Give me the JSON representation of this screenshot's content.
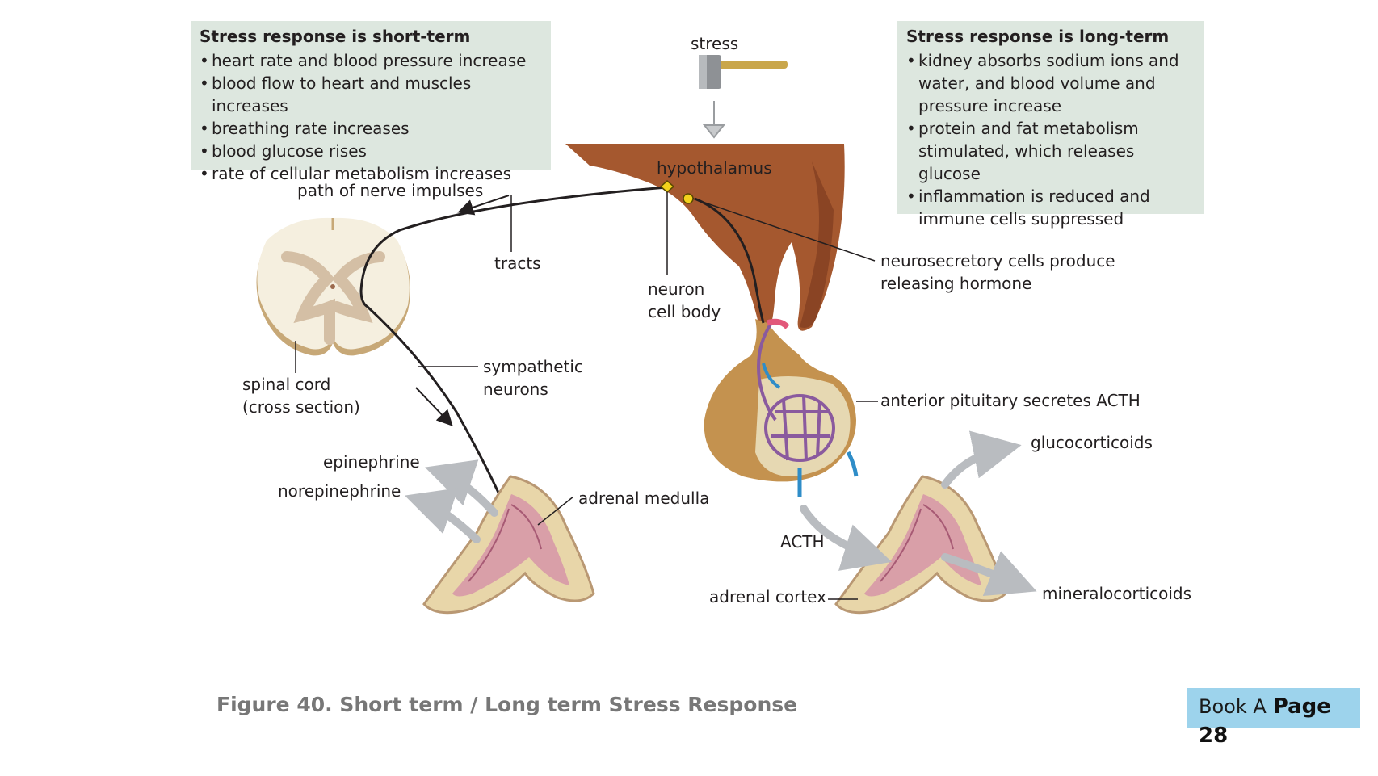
{
  "short_term": {
    "title": "Stress response is short-term",
    "items": [
      "heart rate and blood pressure increase",
      "blood flow to heart and muscles increases",
      "breathing rate increases",
      "blood glucose rises",
      "rate of cellular metabolism increases"
    ]
  },
  "long_term": {
    "title": "Stress response is long-term",
    "items": [
      "kidney absorbs sodium ions and water, and blood volume and pressure increase",
      "protein and fat metabolism stimulated, which releases glucose",
      "inflammation is reduced and immune cells suppressed"
    ]
  },
  "labels": {
    "stress": "stress",
    "hypothalamus": "hypothalamus",
    "path_nerve": "path of nerve impulses",
    "tracts": "tracts",
    "neuron_cell_body": "neuron\ncell body",
    "neurosecretory": "neurosecretory cells produce\nreleasing hormone",
    "spinal_cord": "spinal cord\n(cross section)",
    "sympathetic": "sympathetic\nneurons",
    "anterior_pituitary": "anterior pituitary secretes ACTH",
    "glucocorticoids": "glucocorticoids",
    "epinephrine": "epinephrine",
    "norepinephrine": "norepinephrine",
    "adrenal_medulla": "adrenal medulla",
    "acth": "ACTH",
    "adrenal_cortex": "adrenal cortex",
    "mineralocorticoids": "mineralocorticoids"
  },
  "caption": "Figure  40. Short term / Long term Stress Response",
  "book_ref": {
    "book": "Book A",
    "page_word": "Page",
    "page_num": "28"
  },
  "colors": {
    "panel_bg": "#dde7df",
    "brain": "#a5582f",
    "pituitary": "#c4924f",
    "book_bg": "#9dd3ec"
  }
}
